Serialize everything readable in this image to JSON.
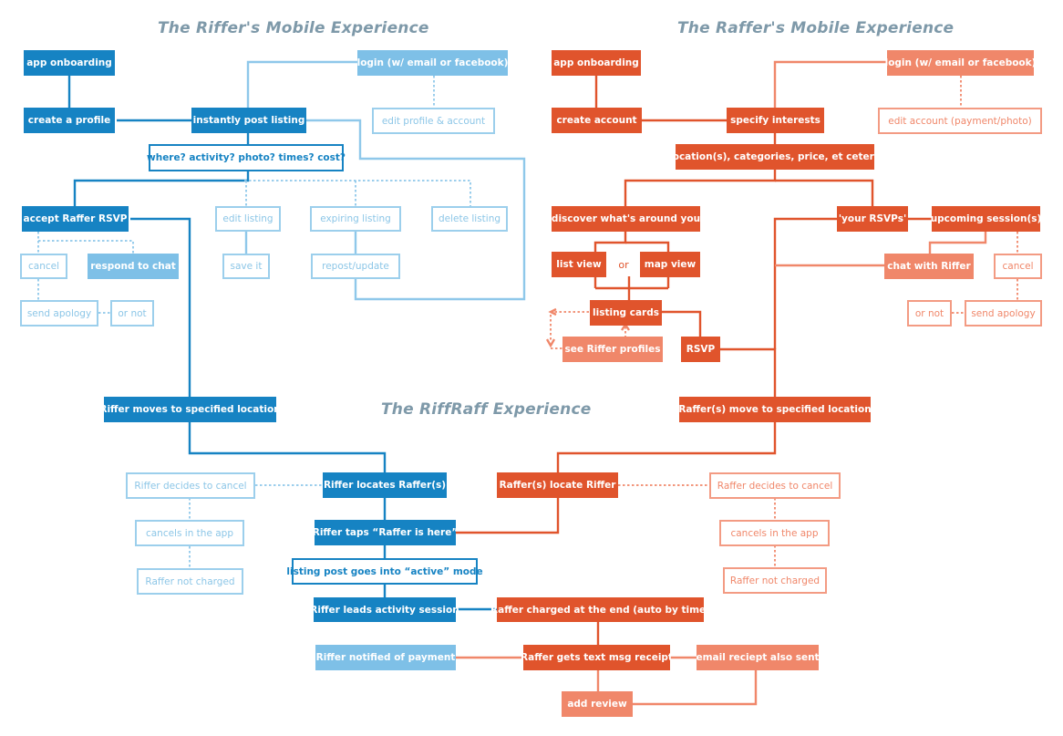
{
  "titles": {
    "riffer": "The Riffer's Mobile Experience",
    "raffer": "The Raffer's Mobile Experience",
    "riffraff": "The RiffRaff Experience"
  },
  "riffer": {
    "app_onboarding": "app onboarding",
    "login": "login (w/ email or facebook)",
    "create_profile": "create a profile",
    "instantly_post": "instantly post listing",
    "edit_profile": "edit profile & account",
    "listing_details": "where? activity? photo? times? cost?",
    "accept_rsvp": "accept Raffer RSVP",
    "edit_listing": "edit listing",
    "expiring_listing": "expiring listing",
    "delete_listing": "delete listing",
    "cancel": "cancel",
    "respond_chat": "respond to chat",
    "save_it": "save it",
    "repost_update": "repost/update",
    "send_apology": "send apology",
    "or_not": "or not"
  },
  "raffer": {
    "app_onboarding": "app onboarding",
    "login": "login (w/ email or facebook)",
    "create_account": "create account",
    "specify_interests": "specify interests",
    "edit_account": "edit account (payment/photo)",
    "locations_categories": "location(s), categories, price, et cetera",
    "discover": "'discover what's around you'",
    "your_rsvps": "'your RSVPs'",
    "upcoming_sessions": "upcoming session(s)",
    "list_view": "list view",
    "or": "or",
    "map_view": "map view",
    "chat_with_riffer": "chat with Riffer",
    "cancel": "cancel",
    "listing_cards": "listing cards",
    "or_not": "or not",
    "send_apology": "send apology",
    "see_riffer_profiles": "see Riffer profiles",
    "rsvp": "RSVP"
  },
  "riffraff": {
    "riffer_moves": "Riffer moves to specified location",
    "raffers_move": "Raffer(s) move to specified location",
    "riffer_decides_cancel": "Riffer decides to cancel",
    "riffer_locates": "Riffer locates Raffer(s)",
    "raffers_locate": "Raffer(s) locate Riffer",
    "raffer_decides_cancel": "Raffer decides to cancel",
    "riffer_cancels_app": "cancels in the app",
    "riffer_taps": "Riffer taps “Raffer is here”",
    "raffer_cancels_app": "cancels in the app",
    "riffer_raffer_not_charged": "Raffer not charged",
    "listing_active": "listing post goes into “active” mode",
    "raffer_not_charged": "Raffer not charged",
    "riffer_leads": "Riffer leads activity session",
    "raffer_charged": "Raffer charged at the end (auto by time)",
    "riffer_notified": "Riffer notified of payment",
    "raffer_text_receipt": "Raffer gets text msg receipt",
    "email_receipt": "email reciept also sent",
    "add_review": "add review"
  },
  "colors": {
    "blue": "#1683c3",
    "light_blue": "#7ec0e7",
    "red_orange": "#e0542c",
    "salmon": "#f0876a",
    "title_gray": "#7e99a9"
  }
}
